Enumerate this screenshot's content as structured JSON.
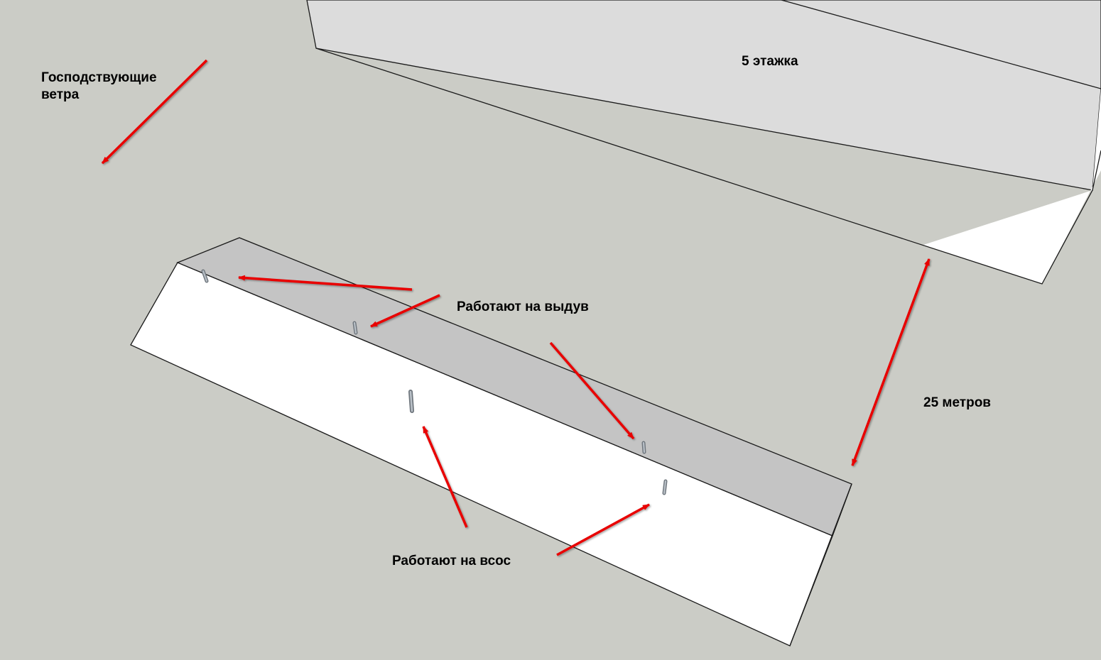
{
  "labels": {
    "prevailing_winds_line1": "Господствующие",
    "prevailing_winds_line2": "ветра",
    "five_storey": "5 этажка",
    "exhaust": "Работают на выдув",
    "intake": "Работают на всос",
    "distance": "25 метров"
  },
  "colors": {
    "background": "#cbccc6",
    "building_top": "#dcdcdc",
    "building_side": "#ffffff",
    "roof_band": "#c4c4c4",
    "roof_slope": "#ffffff",
    "edge": "#1a1a1a",
    "arrow": "#e80000",
    "pipe": "#9aa3ad"
  },
  "icons": {
    "arrow": "red-arrow-icon",
    "pipe": "vent-pipe-icon"
  }
}
